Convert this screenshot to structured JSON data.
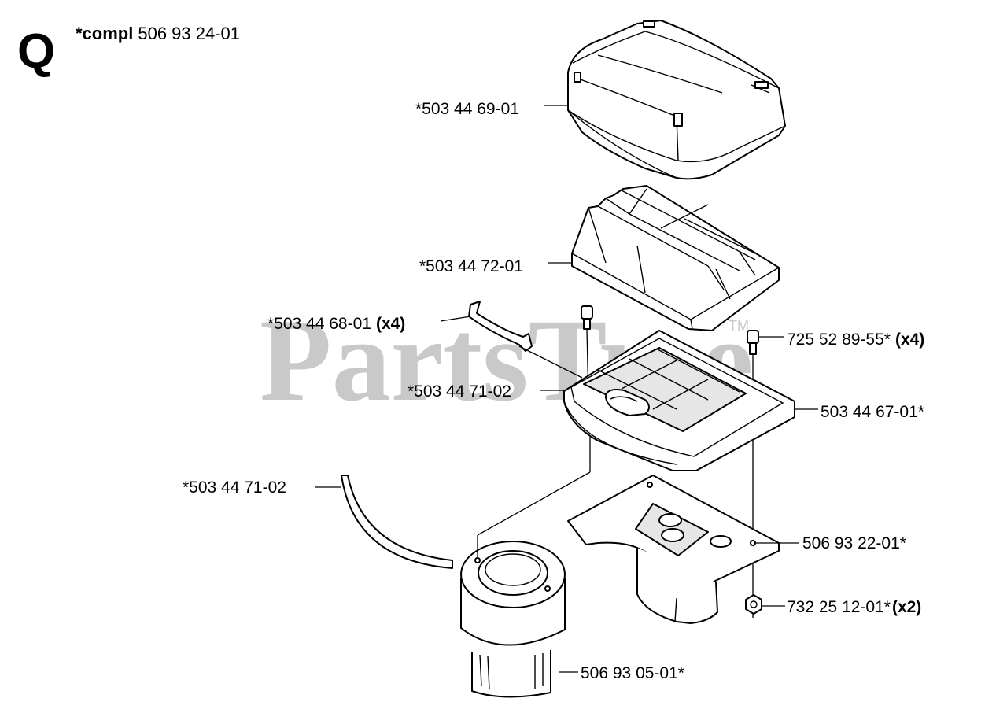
{
  "section_letter": "Q",
  "assembly": {
    "prefix": "*compl",
    "number": "506 93 24-01"
  },
  "watermark": {
    "text": "PartsTree",
    "tm": "TM"
  },
  "labels": {
    "cover": "*503 44 69-01",
    "filter": "*503 44 72-01",
    "clip": {
      "number": "*503 44 68-01",
      "qty": "(x4)"
    },
    "seal_upper": "*503 44 71-02",
    "seal_lower": "*503 44 71-02",
    "screw": {
      "number": "725 52 89-55*",
      "qty": "(x4)"
    },
    "holder": "503 44 67-01*",
    "bracket": "506 93 22-01*",
    "nut": {
      "number": "732 25 12-01*",
      "qty": "(x2)"
    },
    "prefilter": "506 93 05-01*"
  }
}
